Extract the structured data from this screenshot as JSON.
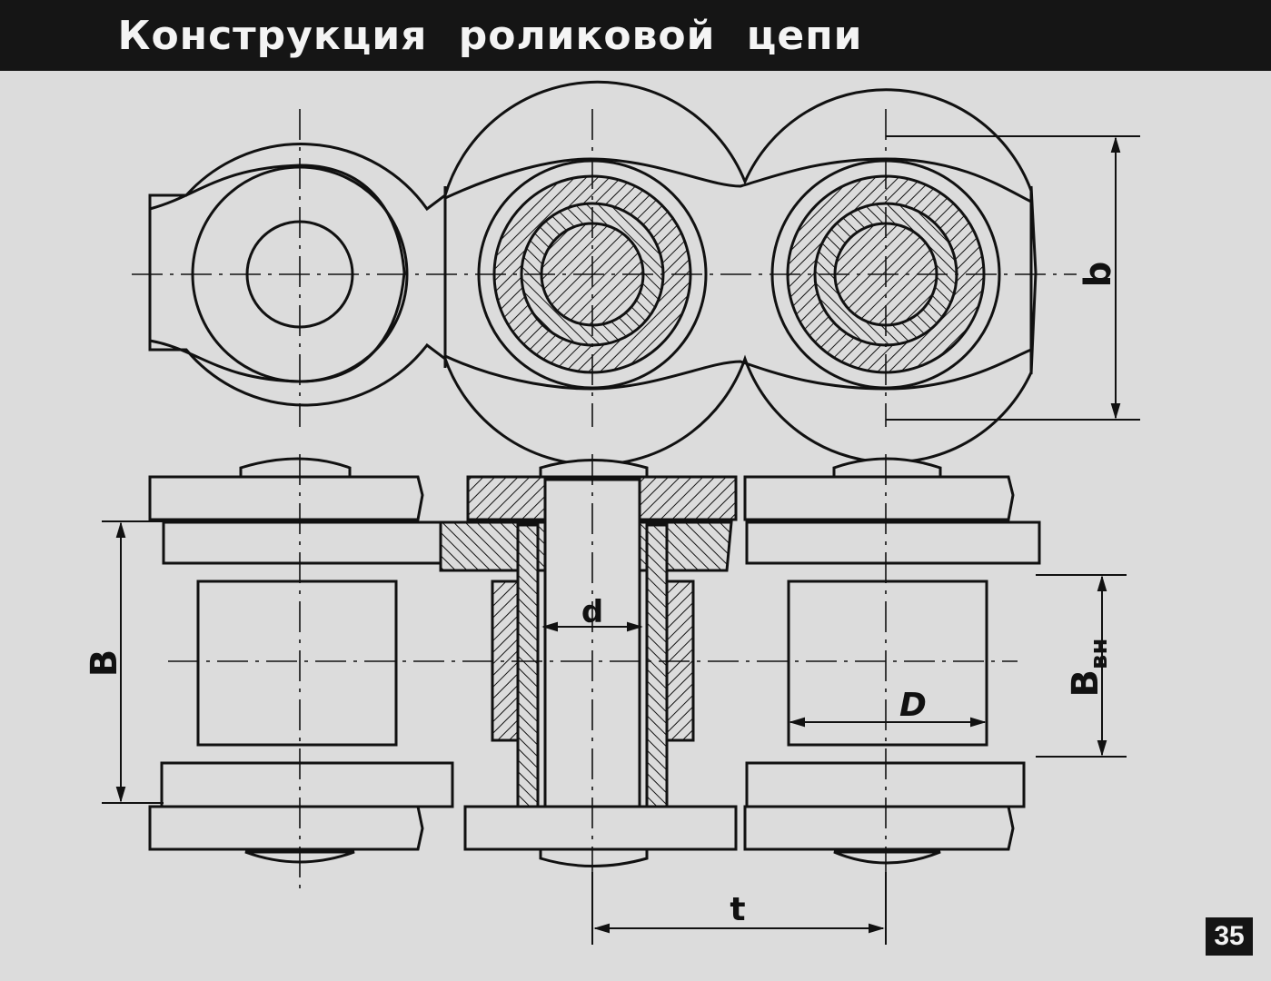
{
  "title": "Конструкция роликовой цепи",
  "page_number": "35",
  "dimensions": {
    "b": "b",
    "B": "B",
    "B_inner_base": "B",
    "B_inner_sub": "вн",
    "d": "d",
    "D": "D",
    "t": "t"
  }
}
